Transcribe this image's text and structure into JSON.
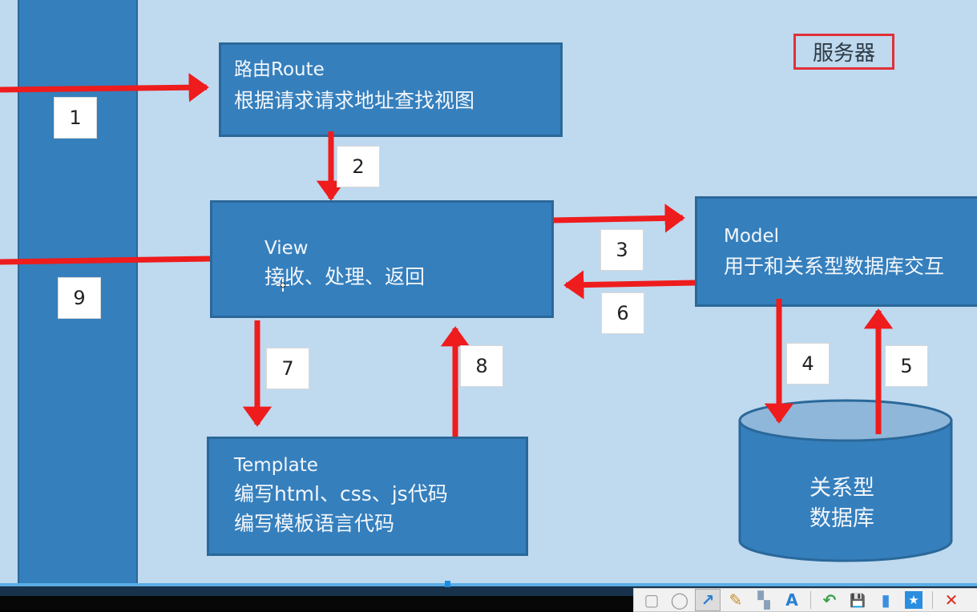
{
  "diagram": {
    "title": "Django MTV request flow",
    "server_label": "服务器",
    "route": {
      "title": "路由Route",
      "desc": "根据请求请求地址查找视图"
    },
    "view": {
      "title": "View",
      "desc": "接收、处理、返回"
    },
    "model": {
      "title": "Model",
      "desc": "用于和关系型数据库交互"
    },
    "template": {
      "title": "Template",
      "desc_line1": "编写html、css、js代码",
      "desc_line2": "编写模板语言代码"
    },
    "database": {
      "line1": "关系型",
      "line2": "数据库"
    },
    "steps": [
      "1",
      "2",
      "3",
      "4",
      "5",
      "6",
      "7",
      "8",
      "9"
    ],
    "flows": [
      {
        "step": "1",
        "from": "client",
        "to": "route"
      },
      {
        "step": "2",
        "from": "route",
        "to": "view"
      },
      {
        "step": "3",
        "from": "view",
        "to": "model"
      },
      {
        "step": "4",
        "from": "model",
        "to": "database"
      },
      {
        "step": "5",
        "from": "database",
        "to": "model"
      },
      {
        "step": "6",
        "from": "model",
        "to": "view"
      },
      {
        "step": "7",
        "from": "view",
        "to": "template"
      },
      {
        "step": "8",
        "from": "template",
        "to": "view"
      },
      {
        "step": "9",
        "from": "view",
        "to": "client"
      }
    ],
    "colors": {
      "background": "#bfd9ef",
      "box": "#357fbd",
      "box_border": "#2a6899",
      "arrow": "#ee1c1c",
      "label_border": "#e03038"
    }
  },
  "annotation_toolbar": {
    "tools": [
      {
        "name": "rectangle",
        "glyph": "▢"
      },
      {
        "name": "ellipse",
        "glyph": "◯"
      },
      {
        "name": "arrow",
        "glyph": "↗",
        "active": true
      },
      {
        "name": "brush",
        "glyph": "✎"
      },
      {
        "name": "mosaic",
        "glyph": "▚"
      },
      {
        "name": "text",
        "glyph": "A"
      },
      {
        "name": "undo",
        "glyph": "↶"
      },
      {
        "name": "save",
        "glyph": "💾"
      },
      {
        "name": "copy",
        "glyph": "▮"
      },
      {
        "name": "pin",
        "glyph": "★"
      },
      {
        "name": "close",
        "glyph": "✕"
      }
    ]
  }
}
